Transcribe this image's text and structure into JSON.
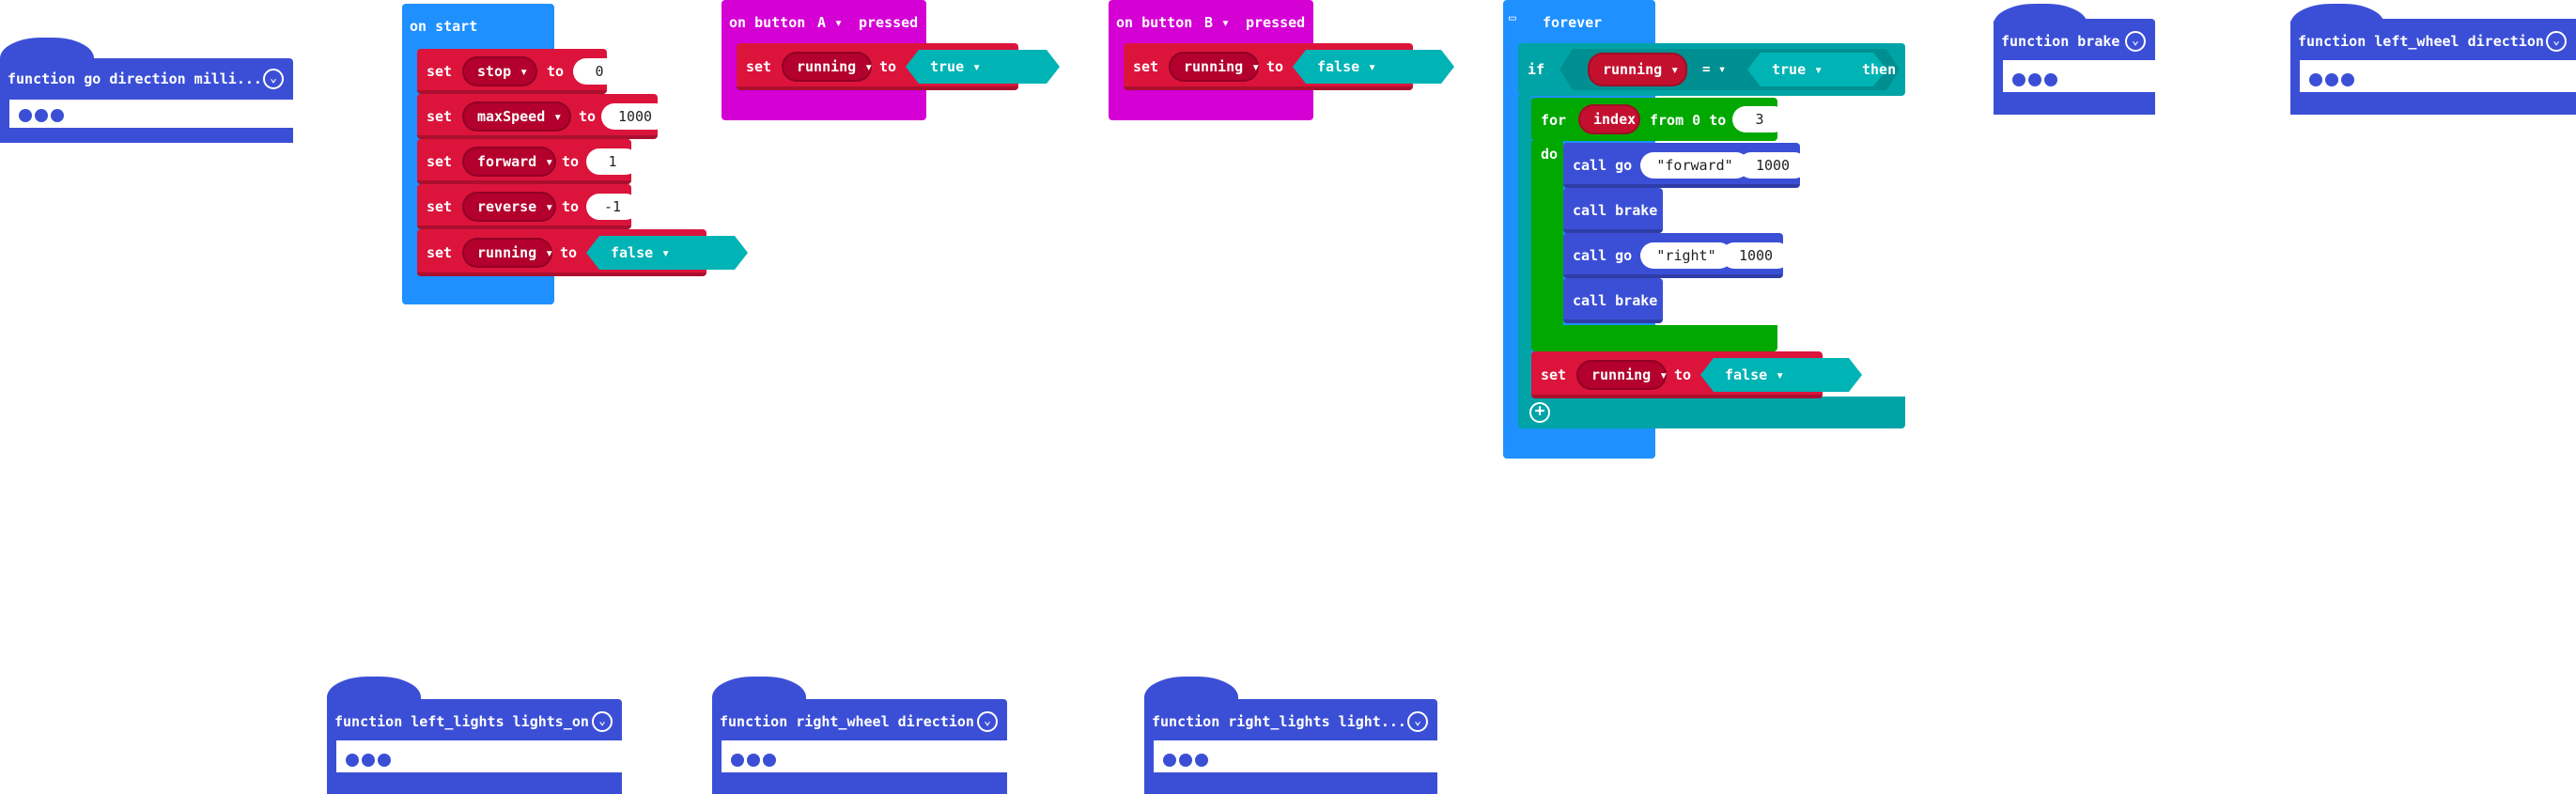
{
  "functions": {
    "go": "function go direction milli...",
    "brake": "function brake",
    "left_wheel": "function left_wheel direction",
    "left_lights": "function left_lights lights_on",
    "right_wheel": "function right_wheel direction",
    "right_lights": "function right_lights light..."
  },
  "on_start": {
    "header": "on start",
    "rows": [
      {
        "kw": "set",
        "var": "stop",
        "to": "to",
        "value": "0"
      },
      {
        "kw": "set",
        "var": "maxSpeed",
        "to": "to",
        "value": "1000"
      },
      {
        "kw": "set",
        "var": "forward",
        "to": "to",
        "value": "1"
      },
      {
        "kw": "set",
        "var": "reverse",
        "to": "to",
        "value": "-1"
      },
      {
        "kw": "set",
        "var": "running",
        "to": "to",
        "value": "false"
      }
    ]
  },
  "button_a": {
    "on": "on button",
    "button": "A",
    "pressed": "pressed",
    "kw": "set",
    "var": "running",
    "to": "to",
    "value": "true"
  },
  "button_b": {
    "on": "on button",
    "button": "B",
    "pressed": "pressed",
    "kw": "set",
    "var": "running",
    "to": "to",
    "value": "false"
  },
  "forever": {
    "header": "forever",
    "if": "if",
    "cond_var": "running",
    "op": "=",
    "cond_value": "true",
    "then": "then",
    "for": "for",
    "loop_var": "index",
    "from": "from 0 to",
    "to_value": "3",
    "do": "do",
    "call1": "call go",
    "call1_arg1": "\"forward\"",
    "call1_arg2": "1000",
    "call2": "call brake",
    "call3": "call go",
    "call3_arg1": "\"right\"",
    "call3_arg2": "1000",
    "call4": "call brake",
    "set_kw": "set",
    "set_var": "running",
    "set_to": "to",
    "set_value": "false"
  },
  "colors": {
    "function": "#3b4fd6",
    "on_start": "#1e90ff",
    "button": "#d400d4",
    "variables": "#dc143c",
    "logic": "#00a4a6",
    "loops": "#00a800"
  },
  "icons": [
    "chevron-down-icon",
    "comment-icon",
    "plus-icon"
  ]
}
